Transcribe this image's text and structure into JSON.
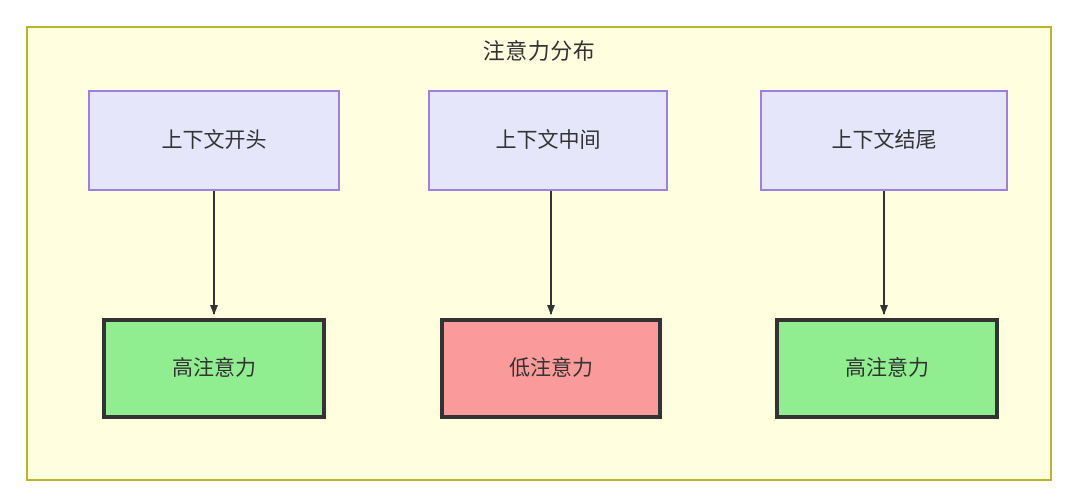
{
  "diagram": {
    "type": "flowchart",
    "title": "注意力分布",
    "background_color": "#ffffff",
    "container": {
      "name": "attention-distribution-subgraph",
      "label": "注意力分布",
      "fill_color": "#ffffe0",
      "border_color": "#bdb429"
    },
    "nodes": [
      {
        "id": "context-start",
        "label": "上下文开头",
        "row": "top",
        "fill_color": "#e6e6fa",
        "border_color": "#9f7fe0"
      },
      {
        "id": "context-middle",
        "label": "上下文中间",
        "row": "top",
        "fill_color": "#e6e6fa",
        "border_color": "#9f7fe0"
      },
      {
        "id": "context-end",
        "label": "上下文结尾",
        "row": "top",
        "fill_color": "#e6e6fa",
        "border_color": "#9f7fe0"
      },
      {
        "id": "attention-start",
        "label": "高注意力",
        "row": "bottom",
        "fill_color": "#90ee90",
        "border_color": "#333333"
      },
      {
        "id": "attention-middle",
        "label": "低注意力",
        "row": "bottom",
        "fill_color": "#fa9a9a",
        "border_color": "#333333"
      },
      {
        "id": "attention-end",
        "label": "高注意力",
        "row": "bottom",
        "fill_color": "#90ee90",
        "border_color": "#333333"
      }
    ],
    "edges": [
      {
        "from": "context-start",
        "to": "attention-start",
        "label": "",
        "color": "#333333"
      },
      {
        "from": "context-middle",
        "to": "attention-middle",
        "label": "",
        "color": "#333333"
      },
      {
        "from": "context-end",
        "to": "attention-end",
        "label": "",
        "color": "#333333"
      }
    ]
  }
}
